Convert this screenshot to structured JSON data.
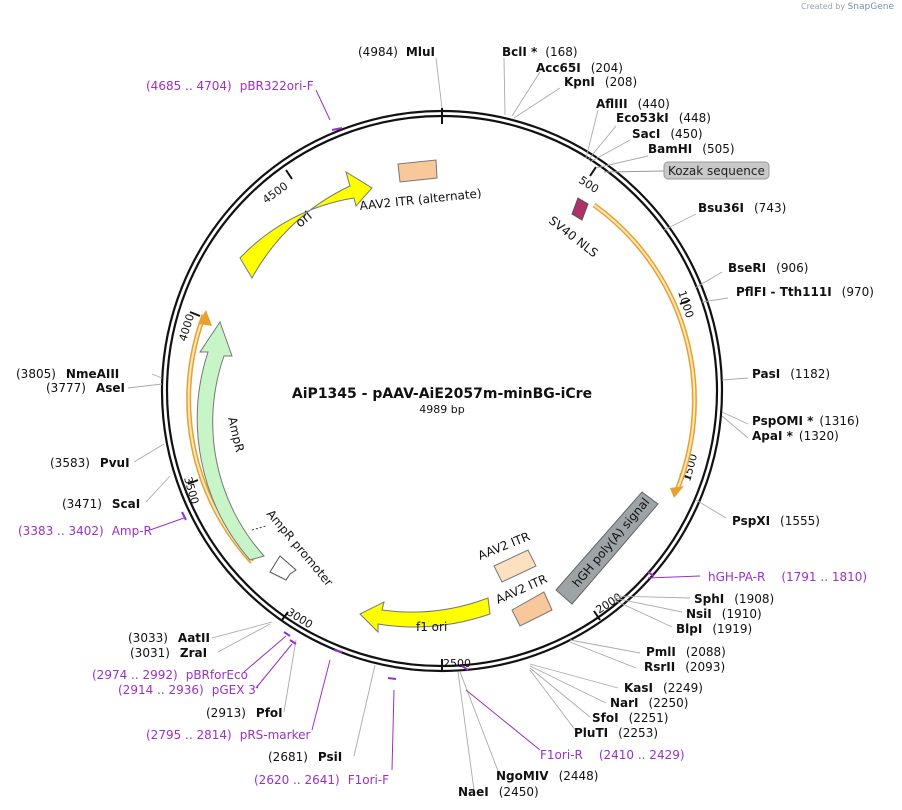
{
  "credit": {
    "prefix": "Created by",
    "brand": "SnapGene"
  },
  "plasmid": {
    "name": "AiP1345 - pAAV-AiE2057m-minBG-iCre",
    "size": "4989 bp"
  },
  "ticks": [
    "500",
    "1000",
    "1500",
    "2000",
    "2500",
    "3000",
    "3500",
    "4000",
    "4500"
  ],
  "sites": [
    {
      "name": "MluI",
      "pos": "(4984)",
      "star": false
    },
    {
      "name": "BclI",
      "pos": "(168)",
      "star": true
    },
    {
      "name": "Acc65I",
      "pos": "(204)",
      "star": false
    },
    {
      "name": "KpnI",
      "pos": "(208)",
      "star": false
    },
    {
      "name": "AflIII",
      "pos": "(440)",
      "star": false
    },
    {
      "name": "Eco53kI",
      "pos": "(448)",
      "star": false
    },
    {
      "name": "SacI",
      "pos": "(450)",
      "star": false
    },
    {
      "name": "BamHI",
      "pos": "(505)",
      "star": false
    },
    {
      "name": "Bsu36I",
      "pos": "(743)",
      "star": false
    },
    {
      "name": "BseRI",
      "pos": "(906)",
      "star": false
    },
    {
      "name": "PflFI - Tth111I",
      "pos": "(970)",
      "star": false
    },
    {
      "name": "PasI",
      "pos": "(1182)",
      "star": false
    },
    {
      "name": "PspOMI",
      "pos": "(1316)",
      "star": true
    },
    {
      "name": "ApaI",
      "pos": "(1320)",
      "star": true
    },
    {
      "name": "PspXI",
      "pos": "(1555)",
      "star": false
    },
    {
      "name": "SphI",
      "pos": "(1908)",
      "star": false
    },
    {
      "name": "NsiI",
      "pos": "(1910)",
      "star": false
    },
    {
      "name": "BlpI",
      "pos": "(1919)",
      "star": false
    },
    {
      "name": "PmlI",
      "pos": "(2088)",
      "star": false
    },
    {
      "name": "RsrII",
      "pos": "(2093)",
      "star": false
    },
    {
      "name": "KasI",
      "pos": "(2249)",
      "star": false
    },
    {
      "name": "NarI",
      "pos": "(2250)",
      "star": false
    },
    {
      "name": "SfoI",
      "pos": "(2251)",
      "star": false
    },
    {
      "name": "PluTI",
      "pos": "(2253)",
      "star": false
    },
    {
      "name": "NgoMIV",
      "pos": "(2448)",
      "star": false
    },
    {
      "name": "NaeI",
      "pos": "(2450)",
      "star": false
    },
    {
      "name": "PsiI",
      "pos": "(2681)",
      "star": false
    },
    {
      "name": "PfoI",
      "pos": "(2913)",
      "star": false
    },
    {
      "name": "ZraI",
      "pos": "(3031)",
      "star": false
    },
    {
      "name": "AatII",
      "pos": "(3033)",
      "star": false
    },
    {
      "name": "ScaI",
      "pos": "(3471)",
      "star": false
    },
    {
      "name": "PvuI",
      "pos": "(3583)",
      "star": false
    },
    {
      "name": "AseI",
      "pos": "(3777)",
      "star": false
    },
    {
      "name": "NmeAIII",
      "pos": "(3805)",
      "star": false
    }
  ],
  "primers": [
    {
      "name": "pBR322ori-F",
      "range": "(4685 .. 4704)"
    },
    {
      "name": "hGH-PA-R",
      "range": "(1791 .. 1810)"
    },
    {
      "name": "F1ori-R",
      "range": "(2410 .. 2429)"
    },
    {
      "name": "F1ori-F",
      "range": "(2620 .. 2641)"
    },
    {
      "name": "pRS-marker",
      "range": "(2795 .. 2814)"
    },
    {
      "name": "pGEX 3'",
      "range": "(2914 .. 2936)"
    },
    {
      "name": "pBRforEco",
      "range": "(2974 .. 2992)"
    },
    {
      "name": "Amp-R",
      "range": "(3383 .. 3402)"
    }
  ],
  "features": {
    "kozak": "Kozak sequence",
    "sv40": "SV40 NLS",
    "aav_itr_alt": "AAV2 ITR (alternate)",
    "ori": "ori",
    "ampr": "AmpR",
    "ampr_promoter": "AmpR promoter",
    "f1ori": "f1 ori",
    "aav_itr_1": "AAV2 ITR",
    "aav_itr_2": "AAV2 ITR",
    "hgh": "hGH poly(A) signal"
  },
  "colors": {
    "primer": "#9b30c8",
    "ori": "#ffff00",
    "ampr": "#c8f5c8",
    "itr": "#f8c89a",
    "itr_light": "#fde0c0",
    "hgh": "#9ea3a6",
    "cds_outline": "#e8a030",
    "kozak_fill": "#c8c8c8",
    "sv40": "#b0306a"
  }
}
